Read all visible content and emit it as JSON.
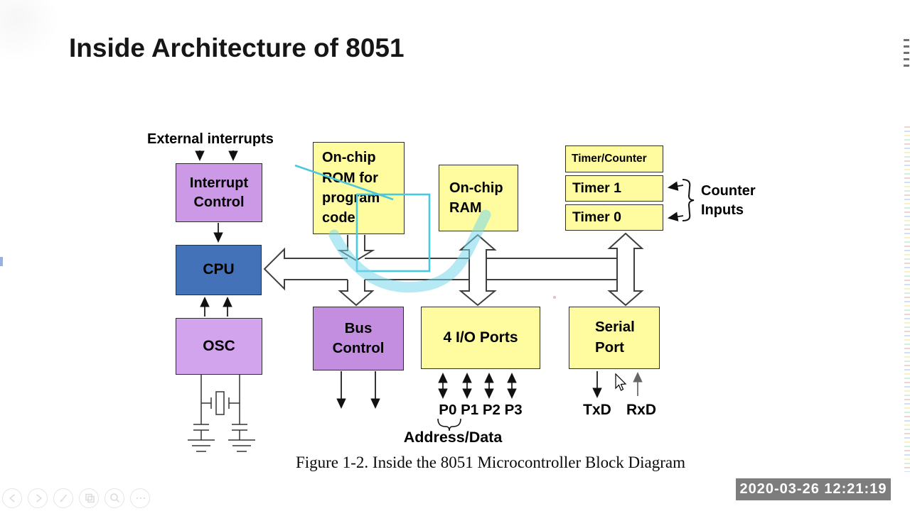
{
  "title": "Inside Architecture of 8051",
  "diagram": {
    "labels": {
      "external_interrupts": "External interrupts",
      "counter_inputs": "Counter\nInputs",
      "port_pins": "P0 P1 P2 P3",
      "address_data": "Address/Data",
      "txd": "TxD",
      "rxd": "RxD"
    },
    "blocks": {
      "interrupt_control": "Interrupt\nControl",
      "cpu": "CPU",
      "osc": "OSC",
      "rom": "On-chip\nROM for\nprogram\ncode",
      "ram": "On-chip\nRAM",
      "timer_header": "Timer/Counter",
      "timer1": "Timer 1",
      "timer0": "Timer 0",
      "bus_control": "Bus\nControl",
      "io_ports": "4 I/O Ports",
      "serial_port": "Serial\nPort"
    },
    "caption": "Figure 1-2. Inside the 8051 Microcontroller Block Diagram",
    "colors": {
      "block_yellow": "#FEFC9E",
      "block_purple": "#CC99E6",
      "block_blue": "#4472B8",
      "annotation_cyan": "#4AC8DF"
    }
  },
  "overlay": {
    "timestamp": "2020-03-26 12:21:19"
  },
  "player_controls": [
    {
      "icon": "previous-icon"
    },
    {
      "icon": "play-icon"
    },
    {
      "icon": "pen-icon"
    },
    {
      "icon": "slides-icon"
    },
    {
      "icon": "magnifier-icon"
    },
    {
      "icon": "more-icon"
    }
  ]
}
